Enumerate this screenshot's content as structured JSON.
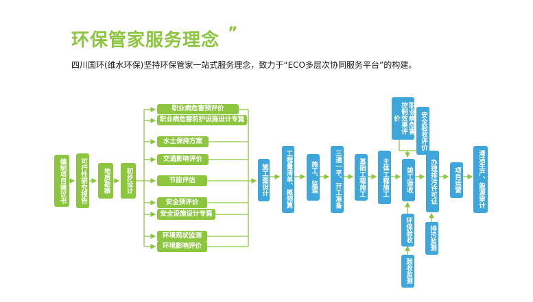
{
  "header": {
    "title": "环保管家服务理念",
    "quote_mark": "”",
    "subtitle": "四川国环(维水环保)坚持环保管家一站式服务理念，致力于“ECO多层次协同服务平台”的构建。"
  },
  "stages_left": [
    {
      "label": "编制项目建议书"
    },
    {
      "label": "可行性研究报告"
    },
    {
      "label": "地质勘察"
    },
    {
      "label": "初步设计"
    }
  ],
  "branch_items": [
    {
      "label": "职业病危害预评价"
    },
    {
      "label": "职业病危害防护设施设计专篇"
    },
    {
      "label": "水土保持方案"
    },
    {
      "label": "交通影响评价"
    },
    {
      "label": "节能评估"
    },
    {
      "label": "安全预评价"
    },
    {
      "label": "安全设施设计专篇"
    },
    {
      "label": "环境现状监测"
    },
    {
      "label": "环境影响评价"
    }
  ],
  "stages_main": [
    {
      "label": "施工图设计"
    },
    {
      "label": "工程量清单、概预算"
    },
    {
      "label": "施工、监理"
    },
    {
      "label": "三通一平、开工准备"
    },
    {
      "label": "基础工程施工"
    },
    {
      "label": "主体工程施工"
    },
    {
      "label": "竣工验收"
    },
    {
      "label": "办理排污许可证"
    },
    {
      "label": "项目运营"
    },
    {
      "label": "清洁生产、能源审计"
    }
  ],
  "acceptance_top": [
    {
      "label": "职业病危害控制效果评价"
    },
    {
      "label": "安全验收评价"
    }
  ],
  "acceptance_bottom": [
    {
      "label": "环保验收"
    },
    {
      "label": "验收监测"
    },
    {
      "label": "排污监测"
    }
  ],
  "colors": {
    "green": "#8cc63f",
    "blue": "#3ea6da",
    "arrow": "#8cc63f"
  }
}
